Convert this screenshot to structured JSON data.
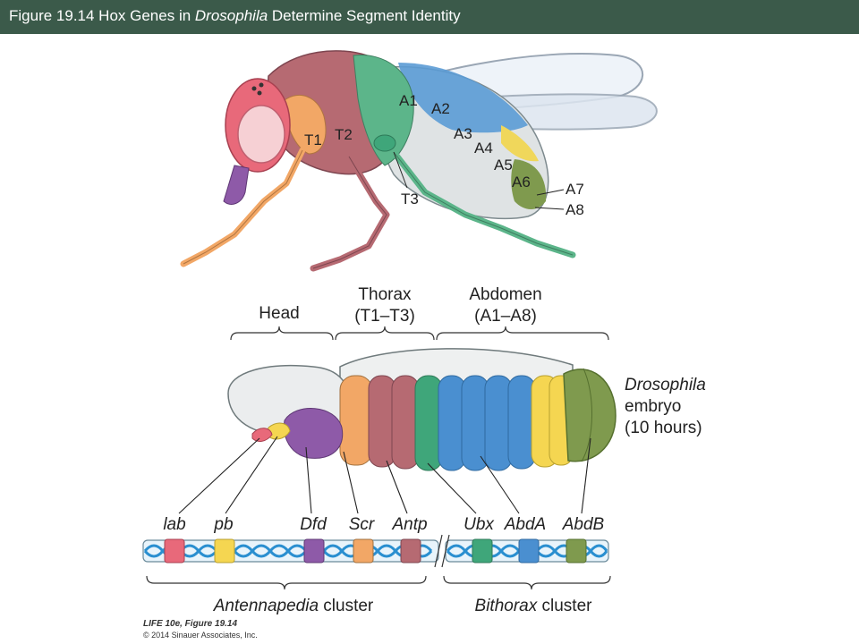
{
  "title": {
    "prefix": "Figure 19.14  Hox Genes in ",
    "italic": "Drosophila",
    "suffix": " Determine Segment Identity"
  },
  "fly_labels": {
    "t1": "T1",
    "t2": "T2",
    "t3": "T3",
    "a1": "A1",
    "a2": "A2",
    "a3": "A3",
    "a4": "A4",
    "a5": "A5",
    "a6": "A6",
    "a7": "A7",
    "a8": "A8"
  },
  "regions": {
    "head": "Head",
    "thorax": "Thorax",
    "thorax_range": "(T1–T3)",
    "abdomen": "Abdomen",
    "abdomen_range": "(A1–A8)"
  },
  "embryo": {
    "line1": "Drosophila",
    "line2": "embryo",
    "line3": "(10 hours)"
  },
  "genes": [
    "lab",
    "pb",
    "Dfd",
    "Scr",
    "Antp",
    "Ubx",
    "AbdA",
    "AbdB"
  ],
  "clusters": {
    "antennapedia_italic": "Antennapedia",
    "antennapedia_rest": " cluster",
    "bithorax_italic": "Bithorax",
    "bithorax_rest": " cluster"
  },
  "credit": {
    "line1": "LIFE 10e, Figure 19.14",
    "line2": "© 2014 Sinauer Associates, Inc."
  },
  "colors": {
    "title_bar": "#3b5a4a",
    "lab": "#e8697a",
    "pb": "#f5d651",
    "Dfd": "#8e5aa8",
    "Scr": "#f2a766",
    "Antp": "#b66a72",
    "Ubx": "#3fa67a",
    "AbdA": "#4a8fd0",
    "AbdB": "#7f9a4e"
  }
}
